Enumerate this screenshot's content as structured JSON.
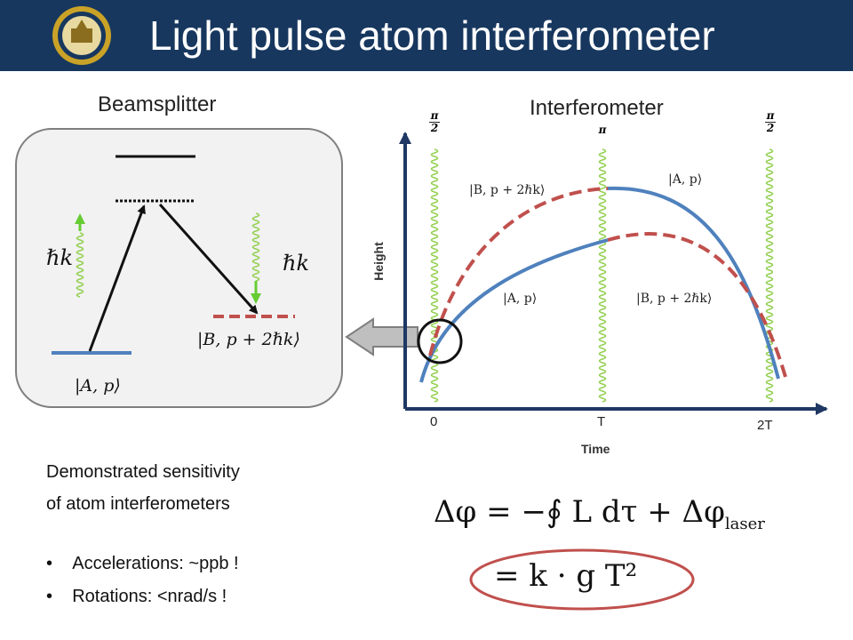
{
  "header": {
    "title": "Light pulse atom interferometer"
  },
  "beamsplitter": {
    "heading": "Beamsplitter",
    "photon_label_left": "ℏk",
    "photon_label_right": "ℏk",
    "state_ground": "|A, p⟩",
    "state_excited": "|B, p + 2ℏk⟩"
  },
  "interferometer": {
    "heading": "Interferometer",
    "y_axis_label": "Height",
    "x_axis_label": "Time",
    "ticks": [
      "0",
      "T",
      "2T"
    ],
    "pulses": [
      {
        "num": "π",
        "den": "2"
      },
      {
        "num": "π",
        "den": ""
      },
      {
        "num": "π",
        "den": "2"
      }
    ],
    "path_labels": {
      "upper_left": "|B, p + 2ℏk⟩",
      "upper_right": "|A, p⟩",
      "lower_left": "|A, p⟩",
      "lower_right": "|B, p + 2ℏk⟩"
    },
    "colors": {
      "blue_path": "#4f81bd",
      "red_path": "#c0504d",
      "laser": "#92d050"
    }
  },
  "sensitivity": {
    "line1": "Demonstrated sensitivity",
    "line2": "of atom interferometers",
    "bullets": [
      "Accelerations:   ~ppb  !",
      "Rotations:   <nrad/s   !"
    ]
  },
  "equations": {
    "phase": "Δφ = −∮ L dτ + Δφ",
    "phase_sub": "laser",
    "result": "= k · g T²"
  }
}
